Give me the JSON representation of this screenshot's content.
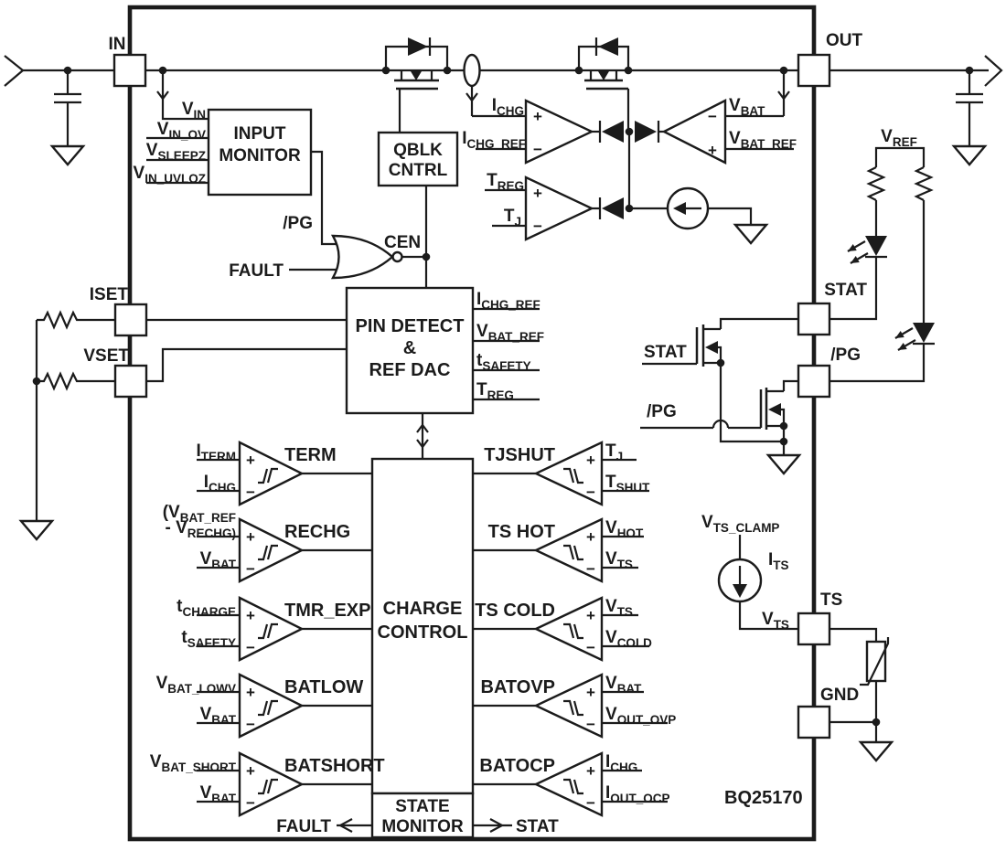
{
  "part": {
    "number": "BQ25170"
  },
  "glyphs": {
    "plus": "+",
    "minus": "−"
  },
  "pins": {
    "in": "IN",
    "out": "OUT",
    "iset": "ISET",
    "vset": "VSET",
    "stat": "STAT",
    "pg": "/PG",
    "ts": "TS",
    "gnd": "GND"
  },
  "blocks": {
    "input_monitor": {
      "line1": "INPUT",
      "line2": "MONITOR"
    },
    "qblk": {
      "line1": "QBLK",
      "line2": "CNTRL"
    },
    "pin_detect": {
      "line1": "PIN DETECT",
      "line2": "&",
      "line3": "REF DAC"
    },
    "charge_control": {
      "line1": "CHARGE",
      "line2": "CONTROL"
    },
    "state_monitor": {
      "line1": "STATE",
      "line2": "MONITOR"
    }
  },
  "nets": {
    "fault": "FAULT",
    "cen": "CEN",
    "pg": "/PG",
    "stat": "STAT",
    "vin": {
      "m": "V",
      "s": "IN"
    },
    "vin_ov": {
      "m": "V",
      "s": "IN_OV"
    },
    "vsleepz": {
      "m": "V",
      "s": "SLEEPZ"
    },
    "vin_uvloz": {
      "m": "V",
      "s": "IN_UVLOZ"
    },
    "ichg": {
      "m": "I",
      "s": "CHG"
    },
    "ichg_ref": {
      "m": "I",
      "s": "CHG_REF"
    },
    "vbat": {
      "m": "V",
      "s": "BAT"
    },
    "vbat_ref": {
      "m": "V",
      "s": "BAT_REF"
    },
    "treg": {
      "m": "T",
      "s": "REG"
    },
    "tj": {
      "m": "T",
      "s": "J"
    },
    "tsafety": {
      "m": "t",
      "s": "SAFETY"
    },
    "vref": {
      "m": "V",
      "s": "REF"
    },
    "vts_clamp": {
      "m": "V",
      "s": "TS_CLAMP"
    },
    "its": {
      "m": "I",
      "s": "TS"
    },
    "vts": {
      "m": "V",
      "s": "TS"
    }
  },
  "comparators": {
    "left": [
      {
        "name": "TERM",
        "in1": {
          "m": "I",
          "s": "TERM"
        },
        "in2": {
          "m": "I",
          "s": "CHG"
        }
      },
      {
        "name": "RECHG",
        "in1a": {
          "m": "(V",
          "s": "BAT_REF"
        },
        "in1b": {
          "m": "- V",
          "s": "RECHG)"
        },
        "in2": {
          "m": "V",
          "s": "BAT"
        }
      },
      {
        "name": "TMR_EXP",
        "in1": {
          "m": "t",
          "s": "CHARGE"
        },
        "in2": {
          "m": "t",
          "s": "SAFETY"
        }
      },
      {
        "name": "BATLOW",
        "in1": {
          "m": "V",
          "s": "BAT_LOWV"
        },
        "in2": {
          "m": "V",
          "s": "BAT"
        }
      },
      {
        "name": "BATSHORT",
        "in1": {
          "m": "V",
          "s": "BAT_SHORT"
        },
        "in2": {
          "m": "V",
          "s": "BAT"
        }
      }
    ],
    "right": [
      {
        "name": "TJSHUT",
        "in1": {
          "m": "T",
          "s": "J"
        },
        "in2": {
          "m": "T",
          "s": "SHUT"
        }
      },
      {
        "name": "TS HOT",
        "in1": {
          "m": "V",
          "s": "HOT"
        },
        "in2": {
          "m": "V",
          "s": "TS"
        }
      },
      {
        "name": "TS COLD",
        "in1": {
          "m": "V",
          "s": "TS"
        },
        "in2": {
          "m": "V",
          "s": "COLD"
        }
      },
      {
        "name": "BATOVP",
        "in1": {
          "m": "V",
          "s": "BAT"
        },
        "in2": {
          "m": "V",
          "s": "OUT_OVP"
        }
      },
      {
        "name": "BATOCP",
        "in1": {
          "m": "I",
          "s": "CHG"
        },
        "in2": {
          "m": "I",
          "s": "OUT_OCP"
        }
      }
    ]
  }
}
